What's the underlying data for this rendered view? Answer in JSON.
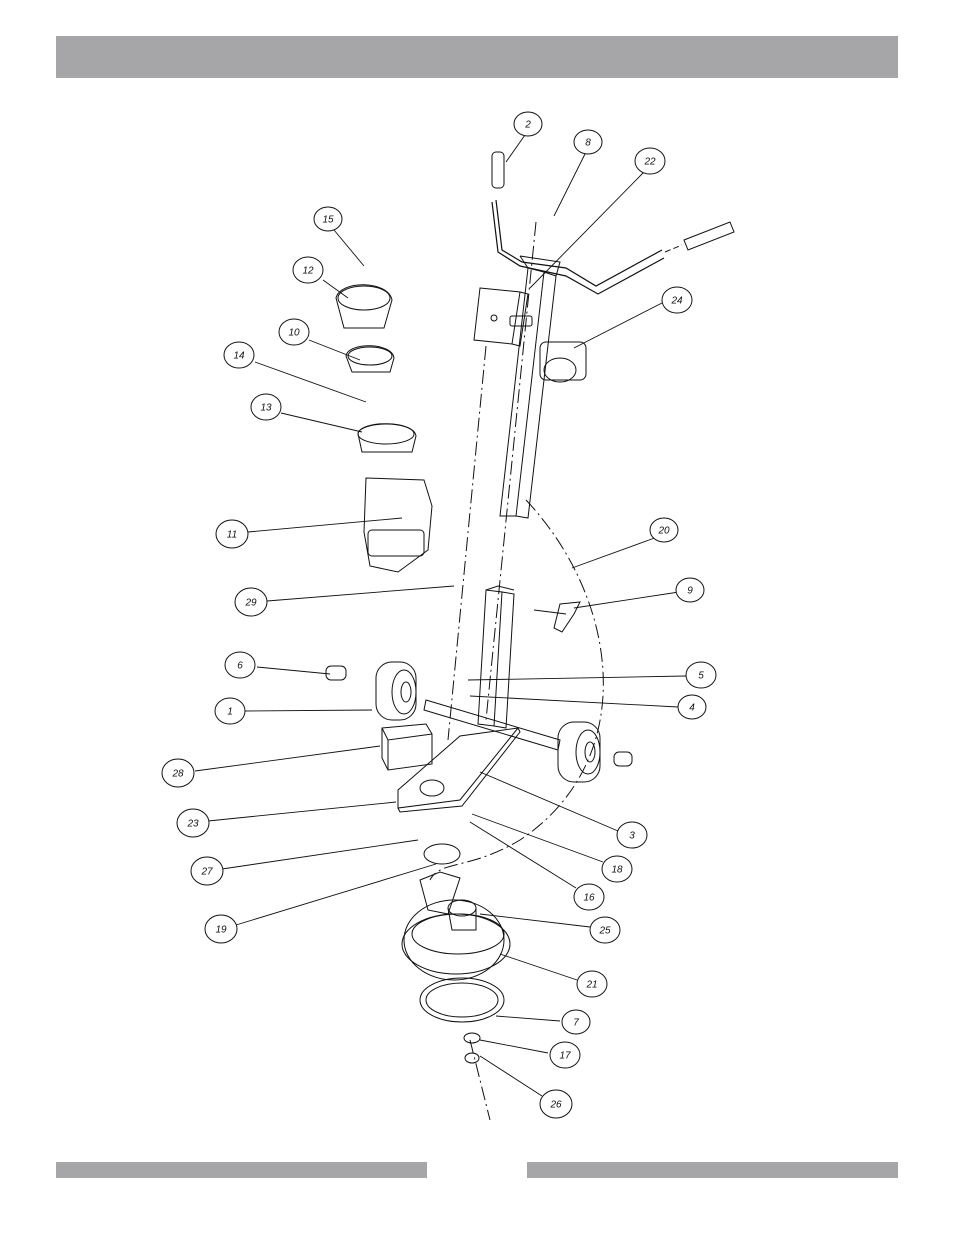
{
  "header": {
    "title": ""
  },
  "footer": {
    "left": "",
    "right": ""
  },
  "callouts": [
    {
      "id": "2",
      "label": "2"
    },
    {
      "id": "8",
      "label": "8"
    },
    {
      "id": "22",
      "label": "22"
    },
    {
      "id": "15",
      "label": "15"
    },
    {
      "id": "12",
      "label": "12"
    },
    {
      "id": "10",
      "label": "10"
    },
    {
      "id": "14",
      "label": "14"
    },
    {
      "id": "13",
      "label": "13"
    },
    {
      "id": "24",
      "label": "24"
    },
    {
      "id": "11",
      "label": "11"
    },
    {
      "id": "20",
      "label": "20"
    },
    {
      "id": "29",
      "label": "29"
    },
    {
      "id": "9",
      "label": "9"
    },
    {
      "id": "6",
      "label": "6"
    },
    {
      "id": "5",
      "label": "5"
    },
    {
      "id": "1",
      "label": "1"
    },
    {
      "id": "4",
      "label": "4"
    },
    {
      "id": "28",
      "label": "28"
    },
    {
      "id": "3",
      "label": "3"
    },
    {
      "id": "23",
      "label": "23"
    },
    {
      "id": "18",
      "label": "18"
    },
    {
      "id": "27",
      "label": "27"
    },
    {
      "id": "16",
      "label": "16"
    },
    {
      "id": "19",
      "label": "19"
    },
    {
      "id": "25",
      "label": "25"
    },
    {
      "id": "21",
      "label": "21"
    },
    {
      "id": "7",
      "label": "7"
    },
    {
      "id": "17",
      "label": "17"
    },
    {
      "id": "26",
      "label": "26"
    }
  ]
}
